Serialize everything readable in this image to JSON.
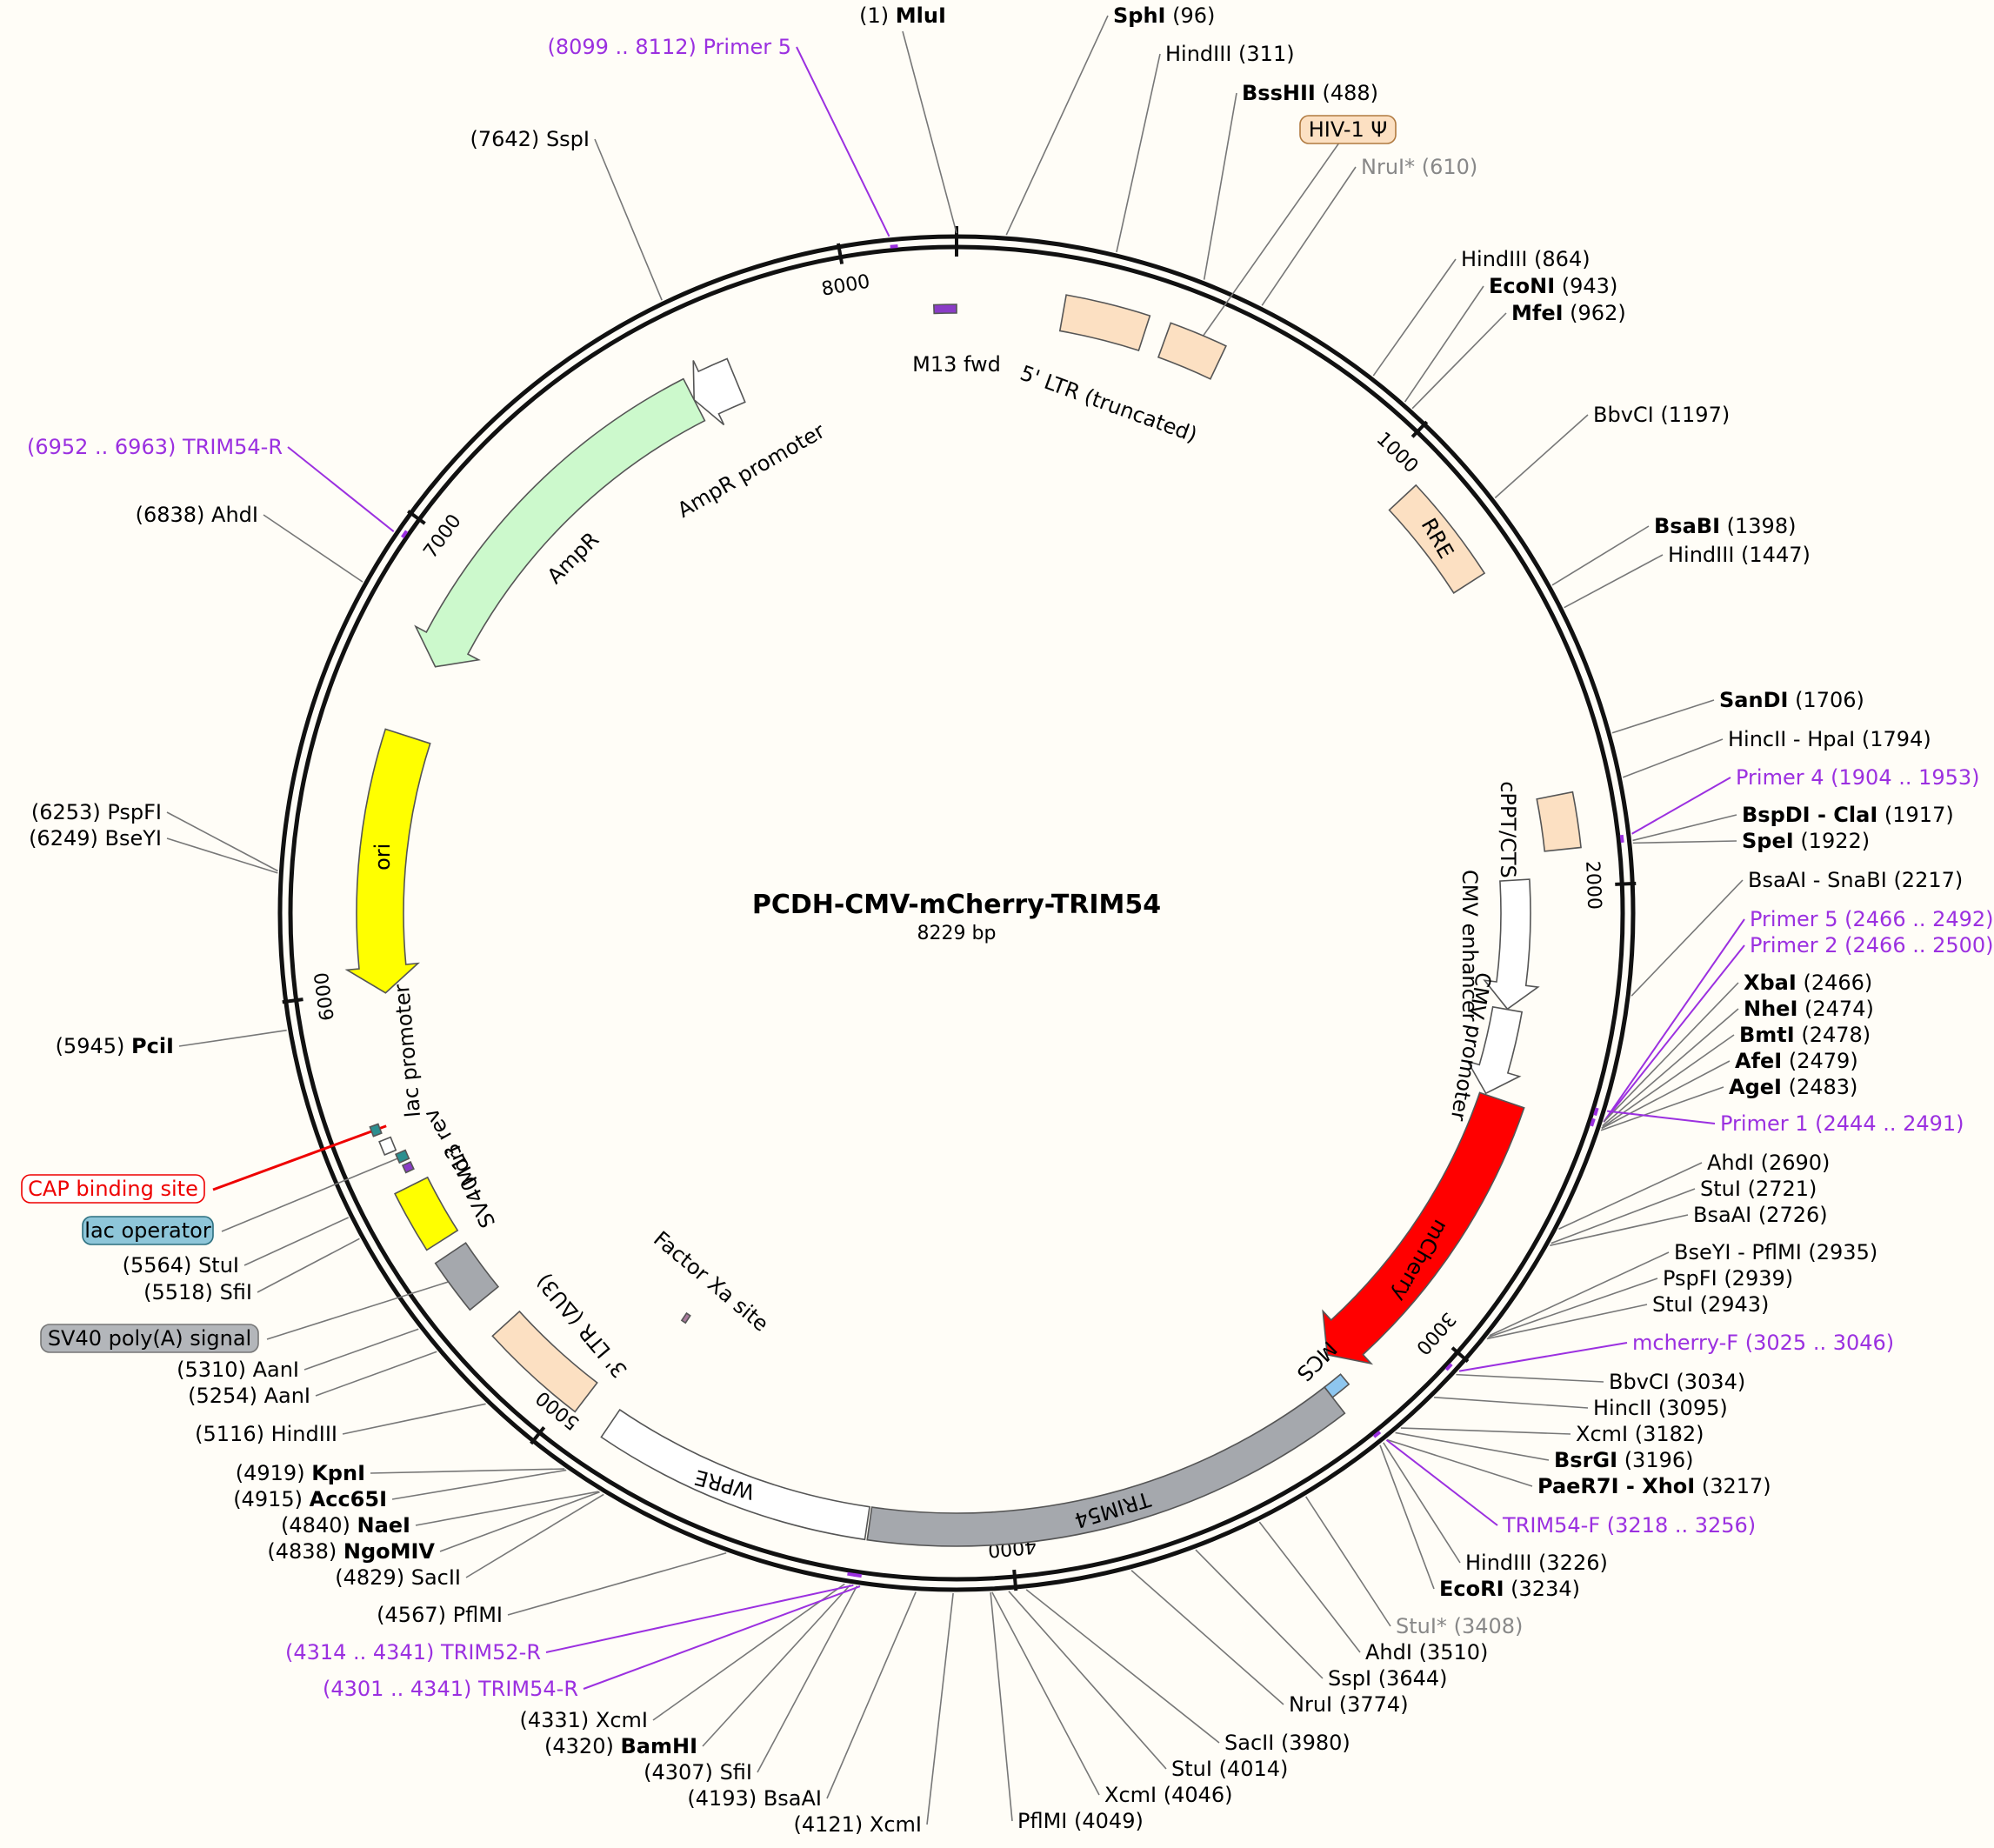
{
  "map": {
    "name": "PCDH-CMV-mCherry-TRIM54",
    "length_label": "8229 bp",
    "length": 8229
  },
  "ticks": [
    {
      "pos": 1000,
      "label": "1000"
    },
    {
      "pos": 2000,
      "label": "2000"
    },
    {
      "pos": 3000,
      "label": "3000"
    },
    {
      "pos": 4000,
      "label": "4000"
    },
    {
      "pos": 5000,
      "label": "5000"
    },
    {
      "pos": 6000,
      "label": "6000"
    },
    {
      "pos": 7000,
      "label": "7000"
    },
    {
      "pos": 8000,
      "label": "8000"
    }
  ],
  "features": [
    {
      "name": "M13 fwd",
      "start": 8180,
      "end": 8229,
      "kind": "primer_bind",
      "color": "#8a3cc7"
    },
    {
      "name": "5' LTR (truncated)",
      "start": 230,
      "end": 410,
      "kind": "box",
      "color": "#fce0c2"
    },
    {
      "name": "HIV-1 Ψ",
      "start": 456,
      "end": 581,
      "kind": "box",
      "color": "#fce0c2"
    },
    {
      "name": "RRE",
      "start": 1075,
      "end": 1308,
      "kind": "box",
      "color": "#fce0c2"
    },
    {
      "name": "cPPT/CTS",
      "start": 1803,
      "end": 1920,
      "kind": "box",
      "color": "#fce0c2"
    },
    {
      "name": "CMV enhancer",
      "start": 1980,
      "end": 2283,
      "kind": "arrow",
      "color": "#ffffff"
    },
    {
      "name": "CMV promoter",
      "start": 2284,
      "end": 2487,
      "kind": "arrow",
      "color": "#ffffff"
    },
    {
      "name": "mCherry",
      "start": 2490,
      "end": 3200,
      "kind": "arrow",
      "color": "#ff0000"
    },
    {
      "name": "MCS",
      "start": 3205,
      "end": 3250,
      "kind": "box",
      "color": "#8ec6ef"
    },
    {
      "name": "TRIM54",
      "start": 3250,
      "end": 4300,
      "kind": "box",
      "color": "#a5a8ad"
    },
    {
      "name": "WPRE",
      "start": 4305,
      "end": 4895,
      "kind": "box",
      "color": "#ffffff"
    },
    {
      "name": "Factor Xa site",
      "start": 4880,
      "end": 4892,
      "kind": "inner",
      "color": "#a87a9b"
    },
    {
      "name": "3' LTR (ΔU3)",
      "start": 4970,
      "end": 5204,
      "kind": "box",
      "color": "#fce0c2"
    },
    {
      "name": "SV40 poly(A) signal",
      "start": 5276,
      "end": 5397,
      "kind": "box",
      "color": "#a5a8ad"
    },
    {
      "name": "SV40 ori",
      "start": 5430,
      "end": 5565,
      "kind": "box",
      "color": "#ffff00"
    },
    {
      "name": "M13 rev",
      "start": 5595,
      "end": 5612,
      "kind": "primer_bind",
      "color": "#8a3cc7"
    },
    {
      "name": "lac operator",
      "start": 5620,
      "end": 5640,
      "kind": "box",
      "color": "#2c8f8f"
    },
    {
      "name": "lac promoter",
      "start": 5648,
      "end": 5678,
      "kind": "box",
      "color": "#ffffff"
    },
    {
      "name": "CAP binding site",
      "start": 5693,
      "end": 5714,
      "kind": "box",
      "color": "#2c8f8f"
    },
    {
      "name": "ori",
      "start": 5990,
      "end": 6580,
      "kind": "arrow",
      "color": "#ffff00"
    },
    {
      "name": "AmpR",
      "start": 6750,
      "end": 7610,
      "kind": "arrow",
      "color": "#ccf9cc"
    },
    {
      "name": "AmpR promoter",
      "start": 7610,
      "end": 7715,
      "kind": "arrow",
      "color": "#ffffff"
    }
  ],
  "sites": [
    {
      "name": "MluI",
      "position": "(1)",
      "bold": true,
      "color": "black"
    },
    {
      "name": "SphI",
      "position": "(96)",
      "bold": true,
      "color": "black"
    },
    {
      "name": "HindIII",
      "position": "(311)",
      "bold": false,
      "color": "black"
    },
    {
      "name": "BssHII",
      "position": "(488)",
      "bold": true,
      "color": "black"
    },
    {
      "name": "NruI*",
      "position": "(610)",
      "bold": false,
      "color": "gray"
    },
    {
      "name": "HindIII",
      "position": "(864)",
      "bold": false,
      "color": "black"
    },
    {
      "name": "EcoNI",
      "position": "(943)",
      "bold": true,
      "color": "black"
    },
    {
      "name": "MfeI",
      "position": "(962)",
      "bold": true,
      "color": "black"
    },
    {
      "name": "BbvCI",
      "position": "(1197)",
      "bold": false,
      "color": "black"
    },
    {
      "name": "BsaBI",
      "position": "(1398)",
      "bold": true,
      "color": "black"
    },
    {
      "name": "HindIII",
      "position": "(1447)",
      "bold": false,
      "color": "black"
    },
    {
      "name": "SanDI",
      "position": "(1706)",
      "bold": true,
      "color": "black"
    },
    {
      "name": "HincII - HpaI",
      "position": "(1794)",
      "bold": false,
      "color": "black"
    },
    {
      "name": "Primer 4",
      "position": "(1904 .. 1953)",
      "bold": false,
      "color": "purple"
    },
    {
      "name": "BspDI - ClaI",
      "position": "(1917)",
      "bold": true,
      "color": "black"
    },
    {
      "name": "SpeI",
      "position": "(1922)",
      "bold": true,
      "color": "black"
    },
    {
      "name": "BsaAI - SnaBI",
      "position": "(2217)",
      "bold": false,
      "color": "black"
    },
    {
      "name": "Primer 5",
      "position": "(2466 .. 2492)",
      "bold": false,
      "color": "purple"
    },
    {
      "name": "Primer 2",
      "position": "(2466 .. 2500)",
      "bold": false,
      "color": "purple"
    },
    {
      "name": "XbaI",
      "position": "(2466)",
      "bold": true,
      "color": "black"
    },
    {
      "name": "NheI",
      "position": "(2474)",
      "bold": true,
      "color": "black"
    },
    {
      "name": "BmtI",
      "position": "(2478)",
      "bold": true,
      "color": "black"
    },
    {
      "name": "AfeI",
      "position": "(2479)",
      "bold": true,
      "color": "black"
    },
    {
      "name": "AgeI",
      "position": "(2483)",
      "bold": true,
      "color": "black"
    },
    {
      "name": "Primer 1",
      "position": "(2444 .. 2491)",
      "bold": false,
      "color": "purple"
    },
    {
      "name": "AhdI",
      "position": "(2690)",
      "bold": false,
      "color": "black"
    },
    {
      "name": "StuI",
      "position": "(2721)",
      "bold": false,
      "color": "black"
    },
    {
      "name": "BsaAI",
      "position": "(2726)",
      "bold": false,
      "color": "black"
    },
    {
      "name": "BseYI - PflMI",
      "position": "(2935)",
      "bold": false,
      "color": "black"
    },
    {
      "name": "PspFI",
      "position": "(2939)",
      "bold": false,
      "color": "black"
    },
    {
      "name": "StuI",
      "position": "(2943)",
      "bold": false,
      "color": "black"
    },
    {
      "name": "mcherry-F",
      "position": "(3025 .. 3046)",
      "bold": false,
      "color": "purple"
    },
    {
      "name": "BbvCI",
      "position": "(3034)",
      "bold": false,
      "color": "black"
    },
    {
      "name": "HincII",
      "position": "(3095)",
      "bold": false,
      "color": "black"
    },
    {
      "name": "XcmI",
      "position": "(3182)",
      "bold": false,
      "color": "black"
    },
    {
      "name": "BsrGI",
      "position": "(3196)",
      "bold": true,
      "color": "black"
    },
    {
      "name": "PaeR7I - XhoI",
      "position": "(3217)",
      "bold": true,
      "color": "black"
    },
    {
      "name": "TRIM54-F",
      "position": "(3218 .. 3256)",
      "bold": false,
      "color": "purple"
    },
    {
      "name": "HindIII",
      "position": "(3226)",
      "bold": false,
      "color": "black"
    },
    {
      "name": "EcoRI",
      "position": "(3234)",
      "bold": true,
      "color": "black"
    },
    {
      "name": "StuI*",
      "position": "(3408)",
      "bold": false,
      "color": "gray"
    },
    {
      "name": "AhdI",
      "position": "(3510)",
      "bold": false,
      "color": "black"
    },
    {
      "name": "SspI",
      "position": "(3644)",
      "bold": false,
      "color": "black"
    },
    {
      "name": "NruI",
      "position": "(3774)",
      "bold": false,
      "color": "black"
    },
    {
      "name": "SacII",
      "position": "(3980)",
      "bold": false,
      "color": "black"
    },
    {
      "name": "StuI",
      "position": "(4014)",
      "bold": false,
      "color": "black"
    },
    {
      "name": "XcmI",
      "position": "(4046)",
      "bold": false,
      "color": "black"
    },
    {
      "name": "PflMI",
      "position": "(4049)",
      "bold": false,
      "color": "black"
    },
    {
      "name": "XcmI",
      "position": "(4121)",
      "bold": false,
      "color": "black"
    },
    {
      "name": "BsaAI",
      "position": "(4193)",
      "bold": false,
      "color": "black"
    },
    {
      "name": "SfiI",
      "position": "(4307)",
      "bold": false,
      "color": "black"
    },
    {
      "name": "BamHI",
      "position": "(4320)",
      "bold": true,
      "color": "black"
    },
    {
      "name": "XcmI",
      "position": "(4331)",
      "bold": false,
      "color": "black"
    },
    {
      "name": "TRIM54-R",
      "position": "(4301 .. 4341)",
      "bold": false,
      "color": "purple"
    },
    {
      "name": "TRIM52-R",
      "position": "(4314 .. 4341)",
      "bold": false,
      "color": "purple"
    },
    {
      "name": "PflMI",
      "position": "(4567)",
      "bold": false,
      "color": "black"
    },
    {
      "name": "SacII",
      "position": "(4829)",
      "bold": false,
      "color": "black"
    },
    {
      "name": "NgoMIV",
      "position": "(4838)",
      "bold": true,
      "color": "black"
    },
    {
      "name": "NaeI",
      "position": "(4840)",
      "bold": true,
      "color": "black"
    },
    {
      "name": "Acc65I",
      "position": "(4915)",
      "bold": true,
      "color": "black"
    },
    {
      "name": "KpnI",
      "position": "(4919)",
      "bold": true,
      "color": "black"
    },
    {
      "name": "HindIII",
      "position": "(5116)",
      "bold": false,
      "color": "black"
    },
    {
      "name": "AanI",
      "position": "(5254)",
      "bold": false,
      "color": "black"
    },
    {
      "name": "AanI",
      "position": "(5310)",
      "bold": false,
      "color": "black"
    },
    {
      "name": "SfiI",
      "position": "(5518)",
      "bold": false,
      "color": "black"
    },
    {
      "name": "StuI",
      "position": "(5564)",
      "bold": false,
      "color": "black"
    },
    {
      "name": "PciI",
      "position": "(5945)",
      "bold": true,
      "color": "black"
    },
    {
      "name": "BseYI",
      "position": "(6249)",
      "bold": false,
      "color": "black"
    },
    {
      "name": "PspFI",
      "position": "(6253)",
      "bold": false,
      "color": "black"
    },
    {
      "name": "AhdI",
      "position": "(6838)",
      "bold": false,
      "color": "black"
    },
    {
      "name": "TRIM54-R",
      "position": "(6952 .. 6963)",
      "bold": false,
      "color": "purple"
    },
    {
      "name": "SspI",
      "position": "(7642)",
      "bold": false,
      "color": "black"
    },
    {
      "name": "Primer 5",
      "position": "(8099 .. 8112)",
      "bold": false,
      "color": "purple"
    }
  ]
}
